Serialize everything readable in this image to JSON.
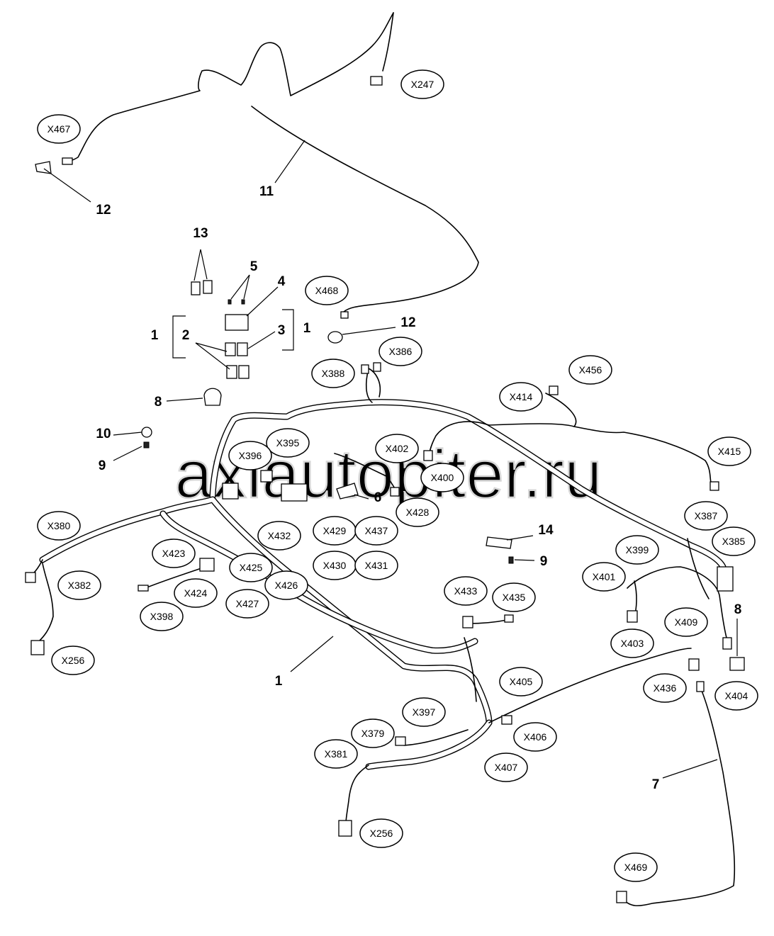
{
  "watermark": "axiautopiter.ru",
  "connectors": [
    {
      "id": "c-x247",
      "label": "X247"
    },
    {
      "id": "c-x467",
      "label": "X467"
    },
    {
      "id": "c-x468",
      "label": "X468"
    },
    {
      "id": "c-x386",
      "label": "X386"
    },
    {
      "id": "c-x388",
      "label": "X388"
    },
    {
      "id": "c-x456",
      "label": "X456"
    },
    {
      "id": "c-x414",
      "label": "X414"
    },
    {
      "id": "c-x415",
      "label": "X415"
    },
    {
      "id": "c-x395",
      "label": "X395"
    },
    {
      "id": "c-x396",
      "label": "X396"
    },
    {
      "id": "c-x402",
      "label": "X402"
    },
    {
      "id": "c-x400",
      "label": "X400"
    },
    {
      "id": "c-x428",
      "label": "X428"
    },
    {
      "id": "c-x380",
      "label": "X380"
    },
    {
      "id": "c-x432",
      "label": "X432"
    },
    {
      "id": "c-x429",
      "label": "X429"
    },
    {
      "id": "c-x437",
      "label": "X437"
    },
    {
      "id": "c-x430",
      "label": "X430"
    },
    {
      "id": "c-x431",
      "label": "X431"
    },
    {
      "id": "c-x387",
      "label": "X387"
    },
    {
      "id": "c-x385",
      "label": "X385"
    },
    {
      "id": "c-x423",
      "label": "X423"
    },
    {
      "id": "c-x425",
      "label": "X425"
    },
    {
      "id": "c-x382",
      "label": "X382"
    },
    {
      "id": "c-x424",
      "label": "X424"
    },
    {
      "id": "c-x426",
      "label": "X426"
    },
    {
      "id": "c-x427",
      "label": "X427"
    },
    {
      "id": "c-x398",
      "label": "X398"
    },
    {
      "id": "c-x399",
      "label": "X399"
    },
    {
      "id": "c-x401",
      "label": "X401"
    },
    {
      "id": "c-x433",
      "label": "X433"
    },
    {
      "id": "c-x435",
      "label": "X435"
    },
    {
      "id": "c-x403",
      "label": "X403"
    },
    {
      "id": "c-x409",
      "label": "X409"
    },
    {
      "id": "c-x256a",
      "label": "X256"
    },
    {
      "id": "c-x405",
      "label": "X405"
    },
    {
      "id": "c-x436",
      "label": "X436"
    },
    {
      "id": "c-x404",
      "label": "X404"
    },
    {
      "id": "c-x397",
      "label": "X397"
    },
    {
      "id": "c-x379",
      "label": "X379"
    },
    {
      "id": "c-x406",
      "label": "X406"
    },
    {
      "id": "c-x381",
      "label": "X381"
    },
    {
      "id": "c-x407",
      "label": "X407"
    },
    {
      "id": "c-x256b",
      "label": "X256"
    },
    {
      "id": "c-x469",
      "label": "X469"
    }
  ],
  "callouts": [
    {
      "id": "n-11",
      "label": "11"
    },
    {
      "id": "n-12a",
      "label": "12"
    },
    {
      "id": "n-13",
      "label": "13"
    },
    {
      "id": "n-5",
      "label": "5"
    },
    {
      "id": "n-4",
      "label": "4"
    },
    {
      "id": "n-12b",
      "label": "12"
    },
    {
      "id": "n-1a",
      "label": "1"
    },
    {
      "id": "n-2",
      "label": "2"
    },
    {
      "id": "n-3",
      "label": "3"
    },
    {
      "id": "n-1b",
      "label": "1"
    },
    {
      "id": "n-8a",
      "label": "8"
    },
    {
      "id": "n-10",
      "label": "10"
    },
    {
      "id": "n-9a",
      "label": "9"
    },
    {
      "id": "n-6",
      "label": "6"
    },
    {
      "id": "n-14",
      "label": "14"
    },
    {
      "id": "n-9b",
      "label": "9"
    },
    {
      "id": "n-8b",
      "label": "8"
    },
    {
      "id": "n-1c",
      "label": "1"
    },
    {
      "id": "n-7",
      "label": "7"
    }
  ]
}
